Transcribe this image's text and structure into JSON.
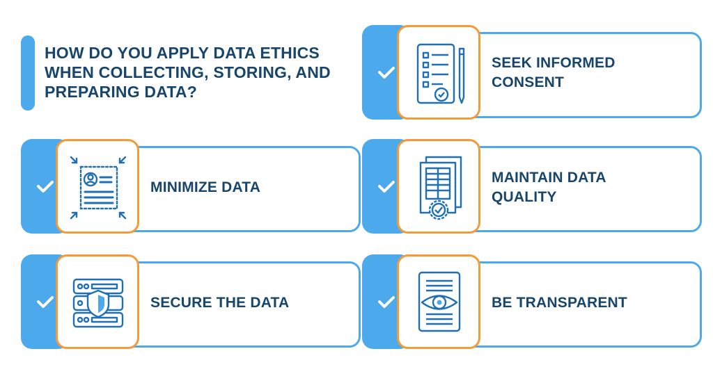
{
  "title": "HOW DO YOU APPLY DATA ETHICS WHEN COLLECTING, STORING, AND PREPARING DATA?",
  "colors": {
    "blue": "#4ca9ec",
    "orange": "#f59a3a",
    "navy": "#17456b"
  },
  "cards": [
    {
      "label_line1": "SEEK INFORMED",
      "label_line2": "CONSENT",
      "icon": "checklist-pencil-icon"
    },
    {
      "label_line1": "MINIMIZE DATA",
      "label_line2": "",
      "icon": "profile-shrink-icon"
    },
    {
      "label_line1": "MAINTAIN DATA",
      "label_line2": "QUALITY",
      "icon": "certified-documents-icon"
    },
    {
      "label_line1": "SECURE THE DATA",
      "label_line2": "",
      "icon": "server-shield-icon"
    },
    {
      "label_line1": "BE TRANSPARENT",
      "label_line2": "",
      "icon": "document-eye-icon"
    }
  ]
}
